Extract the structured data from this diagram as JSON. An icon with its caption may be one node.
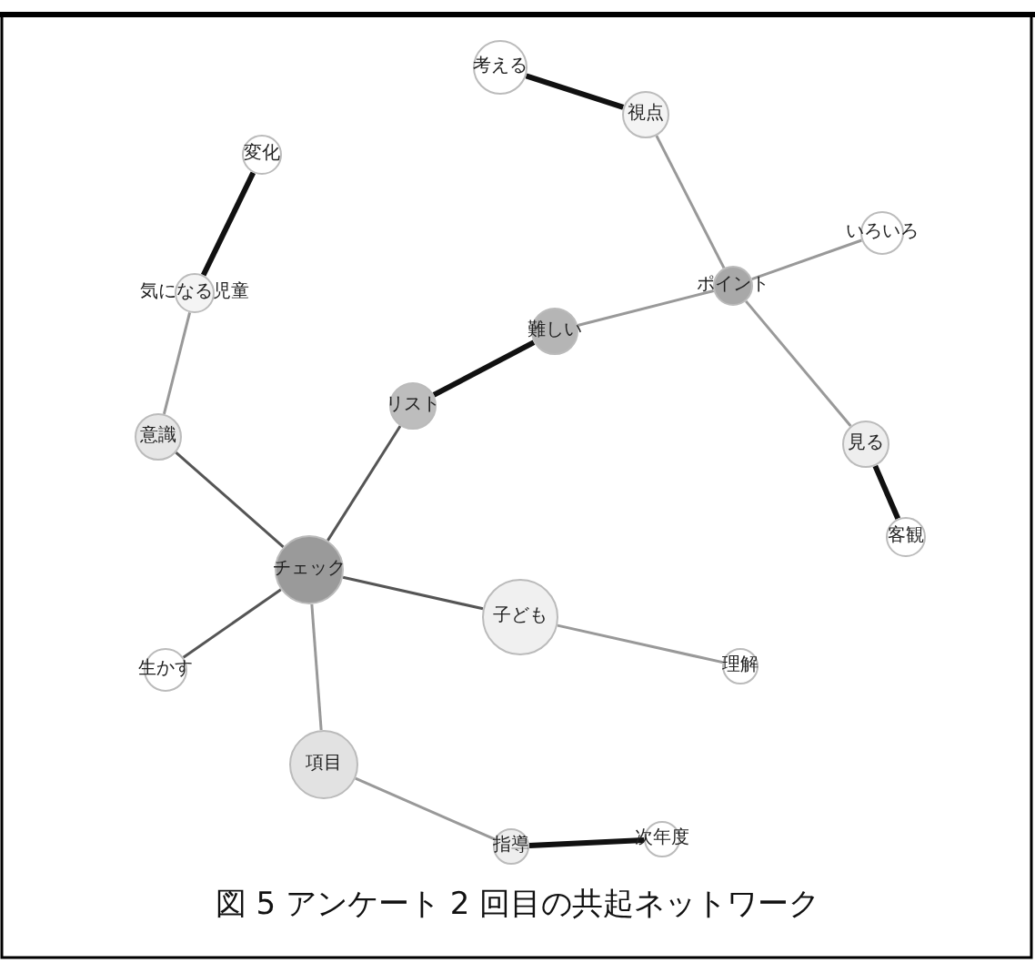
{
  "diagram": {
    "caption": "図 5 アンケート 2 回目の共起ネットワーク",
    "nodes": [
      {
        "text": [
          "考える"
        ]
      },
      {
        "text": [
          "視点"
        ]
      },
      {
        "text": [
          "変化"
        ]
      },
      {
        "text": [
          "いろいろ"
        ]
      },
      {
        "text": [
          "ポイント"
        ]
      },
      {
        "text": [
          "気になる児童"
        ]
      },
      {
        "text": [
          "難しい"
        ]
      },
      {
        "text": [
          "リスト"
        ]
      },
      {
        "text": [
          "意識"
        ]
      },
      {
        "text": [
          "見る"
        ]
      },
      {
        "text": [
          "客観"
        ]
      },
      {
        "text": [
          "チェック"
        ]
      },
      {
        "text": [
          "子ども"
        ]
      },
      {
        "text": [
          "生かす"
        ]
      },
      {
        "text": [
          "理解"
        ]
      },
      {
        "text": [
          "項目"
        ]
      },
      {
        "text": [
          "指導"
        ]
      },
      {
        "text": [
          "次年度"
        ]
      }
    ],
    "edges": [
      {
        "from": 0,
        "to": 1,
        "arrow": "none",
        "style": "thick",
        "color": "#111111"
      },
      {
        "from": 1,
        "to": 4,
        "arrow": "none"
      },
      {
        "from": 4,
        "to": 3,
        "arrow": "none"
      },
      {
        "from": 4,
        "to": 6,
        "arrow": "none"
      },
      {
        "from": 4,
        "to": 9,
        "arrow": "none"
      },
      {
        "from": 9,
        "to": 10,
        "arrow": "none",
        "style": "thick",
        "color": "#111111"
      },
      {
        "from": 6,
        "to": 7,
        "arrow": "none",
        "style": "thick",
        "color": "#111111"
      },
      {
        "from": 7,
        "to": 11,
        "arrow": "none",
        "color": "#555555"
      },
      {
        "from": 2,
        "to": 5,
        "arrow": "none",
        "style": "thick",
        "color": "#111111"
      },
      {
        "from": 5,
        "to": 8,
        "arrow": "none"
      },
      {
        "from": 8,
        "to": 11,
        "arrow": "none",
        "color": "#555555"
      },
      {
        "from": 11,
        "to": 13,
        "arrow": "none",
        "color": "#555555"
      },
      {
        "from": 11,
        "to": 12,
        "arrow": "none",
        "color": "#555555"
      },
      {
        "from": 12,
        "to": 14,
        "arrow": "none"
      },
      {
        "from": 11,
        "to": 15,
        "arrow": "none"
      },
      {
        "from": 15,
        "to": 16,
        "arrow": "none"
      },
      {
        "from": 16,
        "to": 17,
        "arrow": "none",
        "style": "thick",
        "color": "#111111"
      }
    ]
  }
}
